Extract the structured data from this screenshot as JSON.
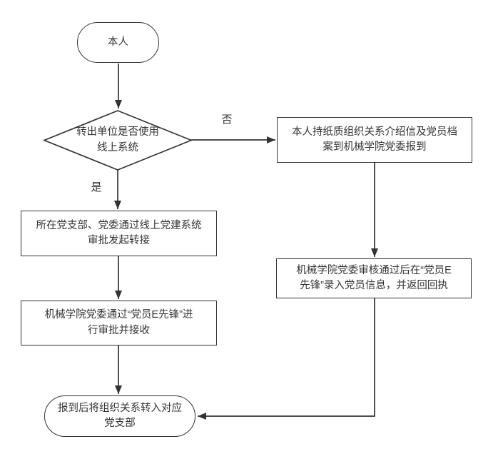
{
  "diagram": {
    "type": "flowchart",
    "nodes": {
      "start": {
        "label": "本人",
        "shape": "stadium"
      },
      "decision": {
        "label": "转出单位是否使用\n线上系统",
        "shape": "diamond"
      },
      "paper_report": {
        "label": "本人持纸质组织关系介绍信及党员档\n案到机械学院党委报到",
        "shape": "rect"
      },
      "online_initiate": {
        "label": "所在党支部、党委通过线上党建系统\n审批发起转接",
        "shape": "rect"
      },
      "committee_approve": {
        "label": "机械学院党委通过“党员E先锋”进\n行审批并接收",
        "shape": "rect"
      },
      "record_info": {
        "label": "机械学院党委审核通过后在“党员E\n先锋”录入党员信息，并返回回执",
        "shape": "rect"
      },
      "end": {
        "label": "报到后将组织关系转入对应\n党支部",
        "shape": "stadium"
      }
    },
    "edge_labels": {
      "yes": "是",
      "no": "否"
    },
    "edges": [
      {
        "from": "start",
        "to": "decision",
        "label": ""
      },
      {
        "from": "decision",
        "to": "online_initiate",
        "label": "是"
      },
      {
        "from": "decision",
        "to": "paper_report",
        "label": "否"
      },
      {
        "from": "online_initiate",
        "to": "committee_approve",
        "label": ""
      },
      {
        "from": "committee_approve",
        "to": "end",
        "label": ""
      },
      {
        "from": "paper_report",
        "to": "record_info",
        "label": ""
      },
      {
        "from": "record_info",
        "to": "end",
        "label": ""
      }
    ]
  },
  "colors": {
    "line": "#333333",
    "text": "#333333",
    "background": "#ffffff"
  }
}
